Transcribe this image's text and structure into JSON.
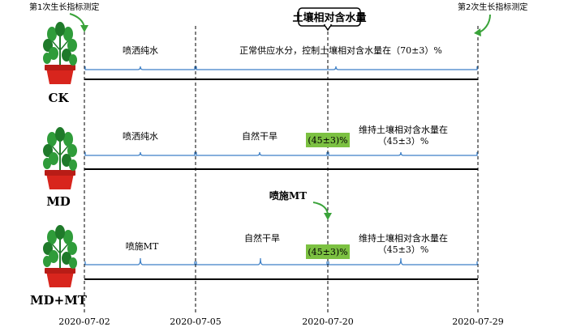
{
  "annotations": {
    "first_measure": "第1次生长指标测定",
    "second_measure": "第2次生长指标测定",
    "soil_title": "土壤相对含水量",
    "md_mt_spray_title": "喷施MT"
  },
  "dates": [
    "2020-07-02",
    "2020-07-05",
    "2020-07-20",
    "2020-07-29"
  ],
  "groups": [
    {
      "label": "CK",
      "segments": [
        {
          "text": "喷洒纯水",
          "boxed": false
        },
        {
          "text": "正常供应水分，控制土壤相对含水量在（70±3）%",
          "boxed": false
        }
      ]
    },
    {
      "label": "MD",
      "segments": [
        {
          "text": "喷洒纯水",
          "boxed": false
        },
        {
          "text": "自然干旱",
          "boxed": false
        },
        {
          "text": "(45±3)%",
          "boxed": true
        },
        {
          "text": "维持土壤相对含水量在",
          "boxed": false
        },
        {
          "text": "（45±3）%",
          "boxed": false
        }
      ]
    },
    {
      "label": "MD+MT",
      "segments": [
        {
          "text": "喷施MT",
          "boxed": false
        },
        {
          "text": "自然干旱",
          "boxed": false
        },
        {
          "text": "(45±3)%",
          "boxed": true
        },
        {
          "text": "维持土壤相对含水量在",
          "boxed": false
        },
        {
          "text": "（45±3）%",
          "boxed": false
        }
      ]
    }
  ],
  "colors": {
    "brace": "#3d7fc6",
    "box_fill": "#7cc142",
    "arrow": "#3aa33a",
    "plant_leaf": "#2f9c3a",
    "plant_leaf_dark": "#1f7a2a",
    "pot": "#d8251d"
  }
}
